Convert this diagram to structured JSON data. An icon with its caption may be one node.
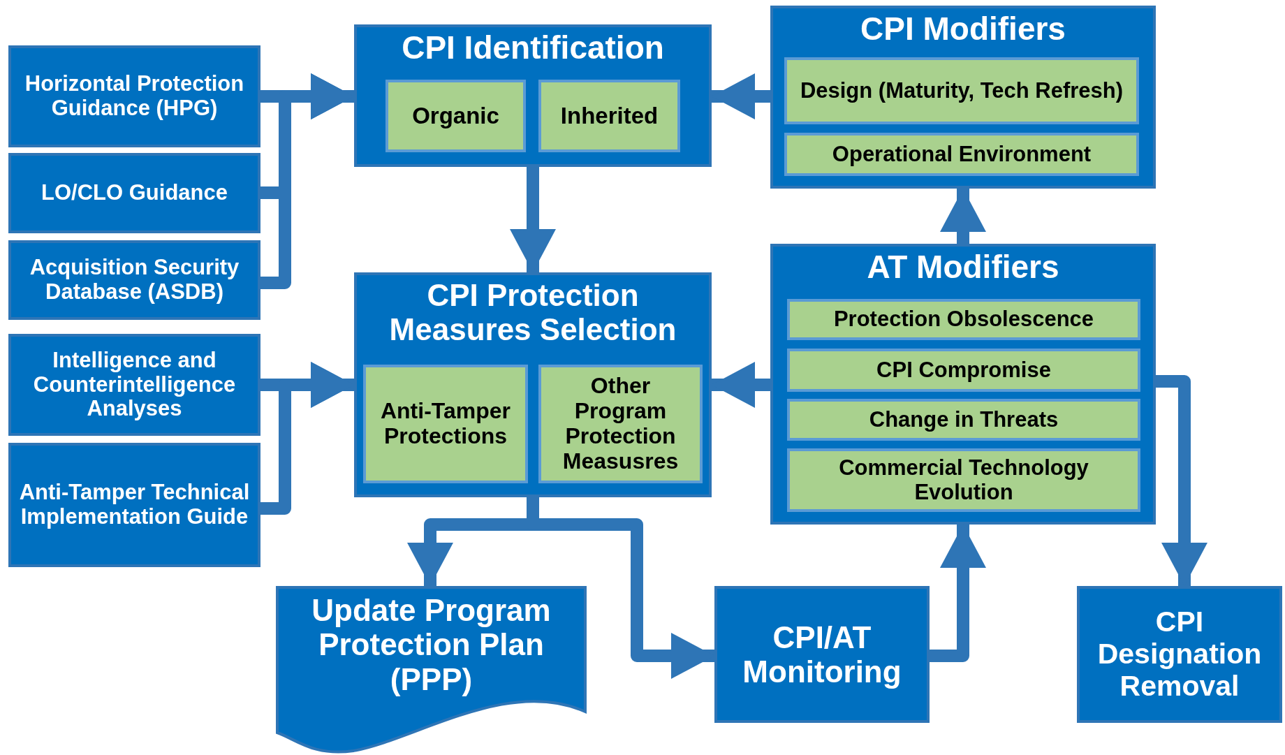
{
  "diagram": {
    "nodes": [
      {
        "text": [
          "Horizontal Protection Guidance (HPG)"
        ]
      },
      {
        "text": [
          "LO/CLO Guidance"
        ]
      },
      {
        "text": [
          "Acquisition Security Database (ASDB)"
        ]
      },
      {
        "text": [
          "Intelligence and Counterintelligence Analyses"
        ]
      },
      {
        "text": [
          "Anti-Tamper Technical Implementation Guide"
        ]
      },
      {
        "text": [
          "CPI Identification"
        ]
      },
      {
        "text": [
          "Organic"
        ],
        "in": 5
      },
      {
        "text": [
          "Inherited"
        ],
        "in": 5
      },
      {
        "text": [
          "CPI Modifiers"
        ]
      },
      {
        "text": [
          "Design (Maturity, Tech Refresh)"
        ],
        "in": 8
      },
      {
        "text": [
          "Operational Environment"
        ],
        "in": 8
      },
      {
        "text": [
          "CPI Protection Measures Selection"
        ]
      },
      {
        "text": [
          "Anti-Tamper Protections"
        ],
        "in": 11
      },
      {
        "text": [
          "Other Program Protection Measusres"
        ],
        "in": 11
      },
      {
        "text": [
          "AT Modifiers"
        ]
      },
      {
        "text": [
          "Protection Obsolescence"
        ],
        "in": 14
      },
      {
        "text": [
          "CPI Compromise"
        ],
        "in": 14
      },
      {
        "text": [
          "Change in Threats"
        ],
        "in": 14
      },
      {
        "text": [
          "Commercial Technology Evolution"
        ],
        "in": 14
      },
      {
        "text": [
          "Update Program Protection Plan (PPP)"
        ]
      },
      {
        "text": [
          "CPI/AT Monitoring"
        ]
      },
      {
        "text": [
          "CPI Designation Removal"
        ]
      }
    ],
    "edges": [
      {
        "from": 0,
        "to": 5,
        "arrow": "to"
      },
      {
        "from": 1,
        "to": 5,
        "arrow": "to"
      },
      {
        "from": 2,
        "to": 5,
        "arrow": "to"
      },
      {
        "from": 3,
        "to": 11,
        "arrow": "to"
      },
      {
        "from": 4,
        "to": 11,
        "arrow": "to"
      },
      {
        "from": 5,
        "to": 11,
        "arrow": "to"
      },
      {
        "from": 8,
        "to": 5,
        "arrow": "to"
      },
      {
        "from": 14,
        "to": 8,
        "arrow": "to"
      },
      {
        "from": 14,
        "to": 11,
        "arrow": "to"
      },
      {
        "from": 11,
        "to": 19,
        "arrow": "to"
      },
      {
        "from": 11,
        "to": 20,
        "arrow": "to"
      },
      {
        "from": 20,
        "to": 14,
        "arrow": "to"
      },
      {
        "from": 14,
        "to": 21,
        "arrow": "to"
      }
    ]
  }
}
